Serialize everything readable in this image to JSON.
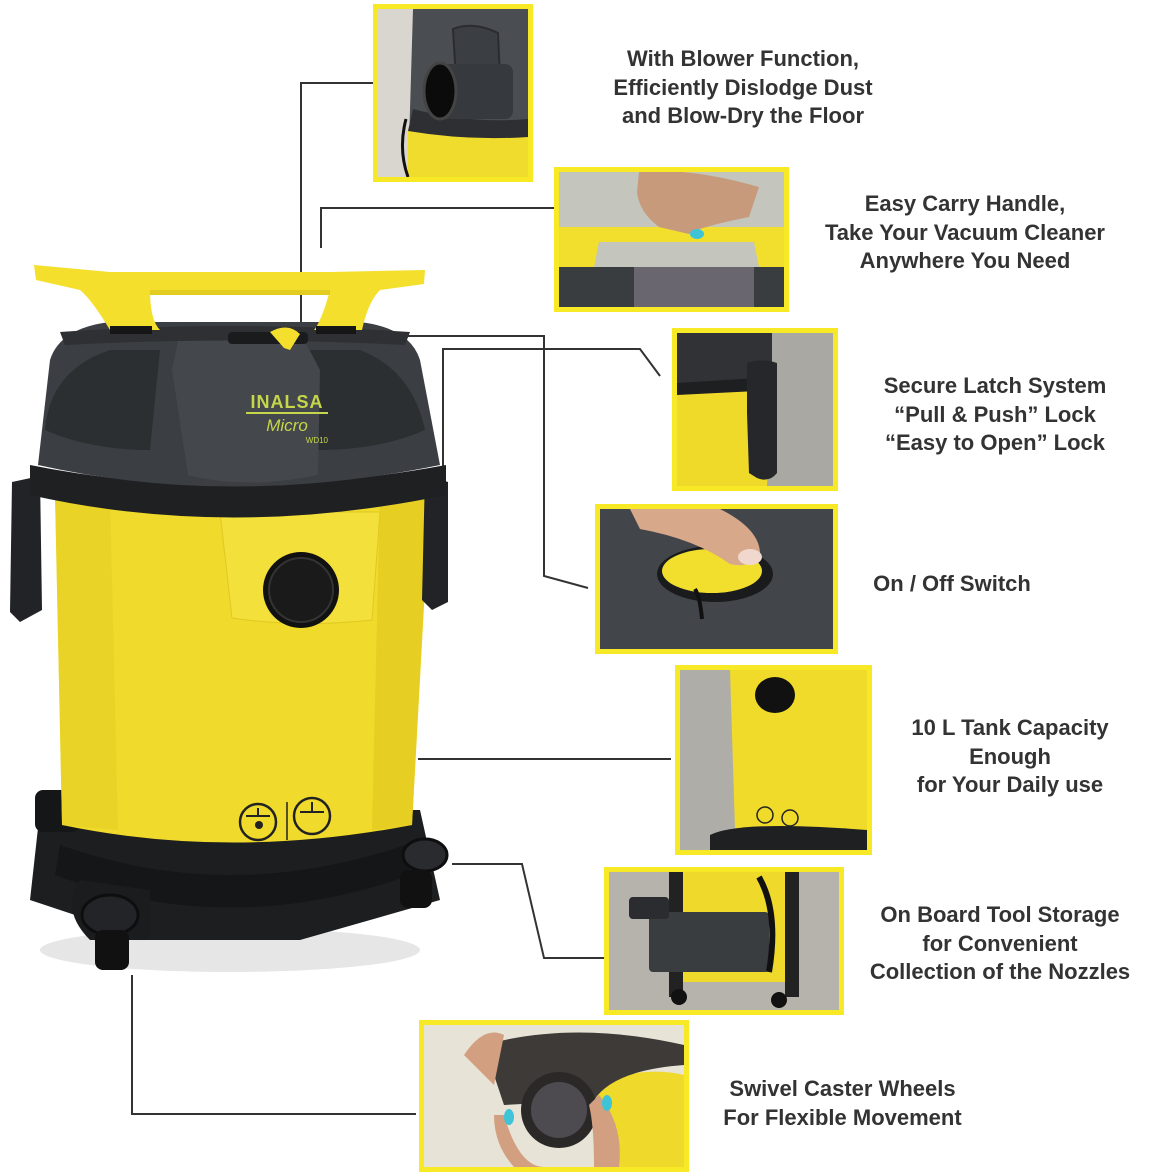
{
  "product": {
    "brand": "INALSA",
    "model_line": "Micro",
    "model_code": "WD10",
    "colors": {
      "body": "#f2de2c",
      "lid": "#3a3d40",
      "frame": "#f7e925",
      "text": "#333333",
      "lines": "#333333"
    }
  },
  "features": [
    {
      "id": "blower",
      "lines": [
        "With Blower Function,",
        "Efficiently Dislodge Dust",
        "and Blow-Dry the Floor"
      ],
      "image_alt": "Blower port close-up"
    },
    {
      "id": "handle",
      "lines": [
        "Easy Carry Handle,",
        "Take Your Vacuum Cleaner",
        "Anywhere You Need"
      ],
      "image_alt": "Hand lifting carry handle"
    },
    {
      "id": "latch",
      "lines": [
        "Secure Latch System",
        "“Pull & Push” Lock",
        "“Easy to Open” Lock"
      ],
      "image_alt": "Side latch close-up"
    },
    {
      "id": "switch",
      "lines": [
        "On / Off Switch"
      ],
      "image_alt": "Finger pressing yellow power switch"
    },
    {
      "id": "tank",
      "lines": [
        "10 L Tank Capacity",
        "Enough",
        "for Your Daily use"
      ],
      "image_alt": "Yellow tank side view"
    },
    {
      "id": "storage",
      "lines": [
        "On Board Tool Storage",
        "for Convenient",
        "Collection of the Nozzles"
      ],
      "image_alt": "Nozzles stored on the vacuum"
    },
    {
      "id": "wheels",
      "lines": [
        "Swivel Caster Wheels",
        "For Flexible Movement"
      ],
      "image_alt": "Hands holding a caster wheel"
    }
  ]
}
